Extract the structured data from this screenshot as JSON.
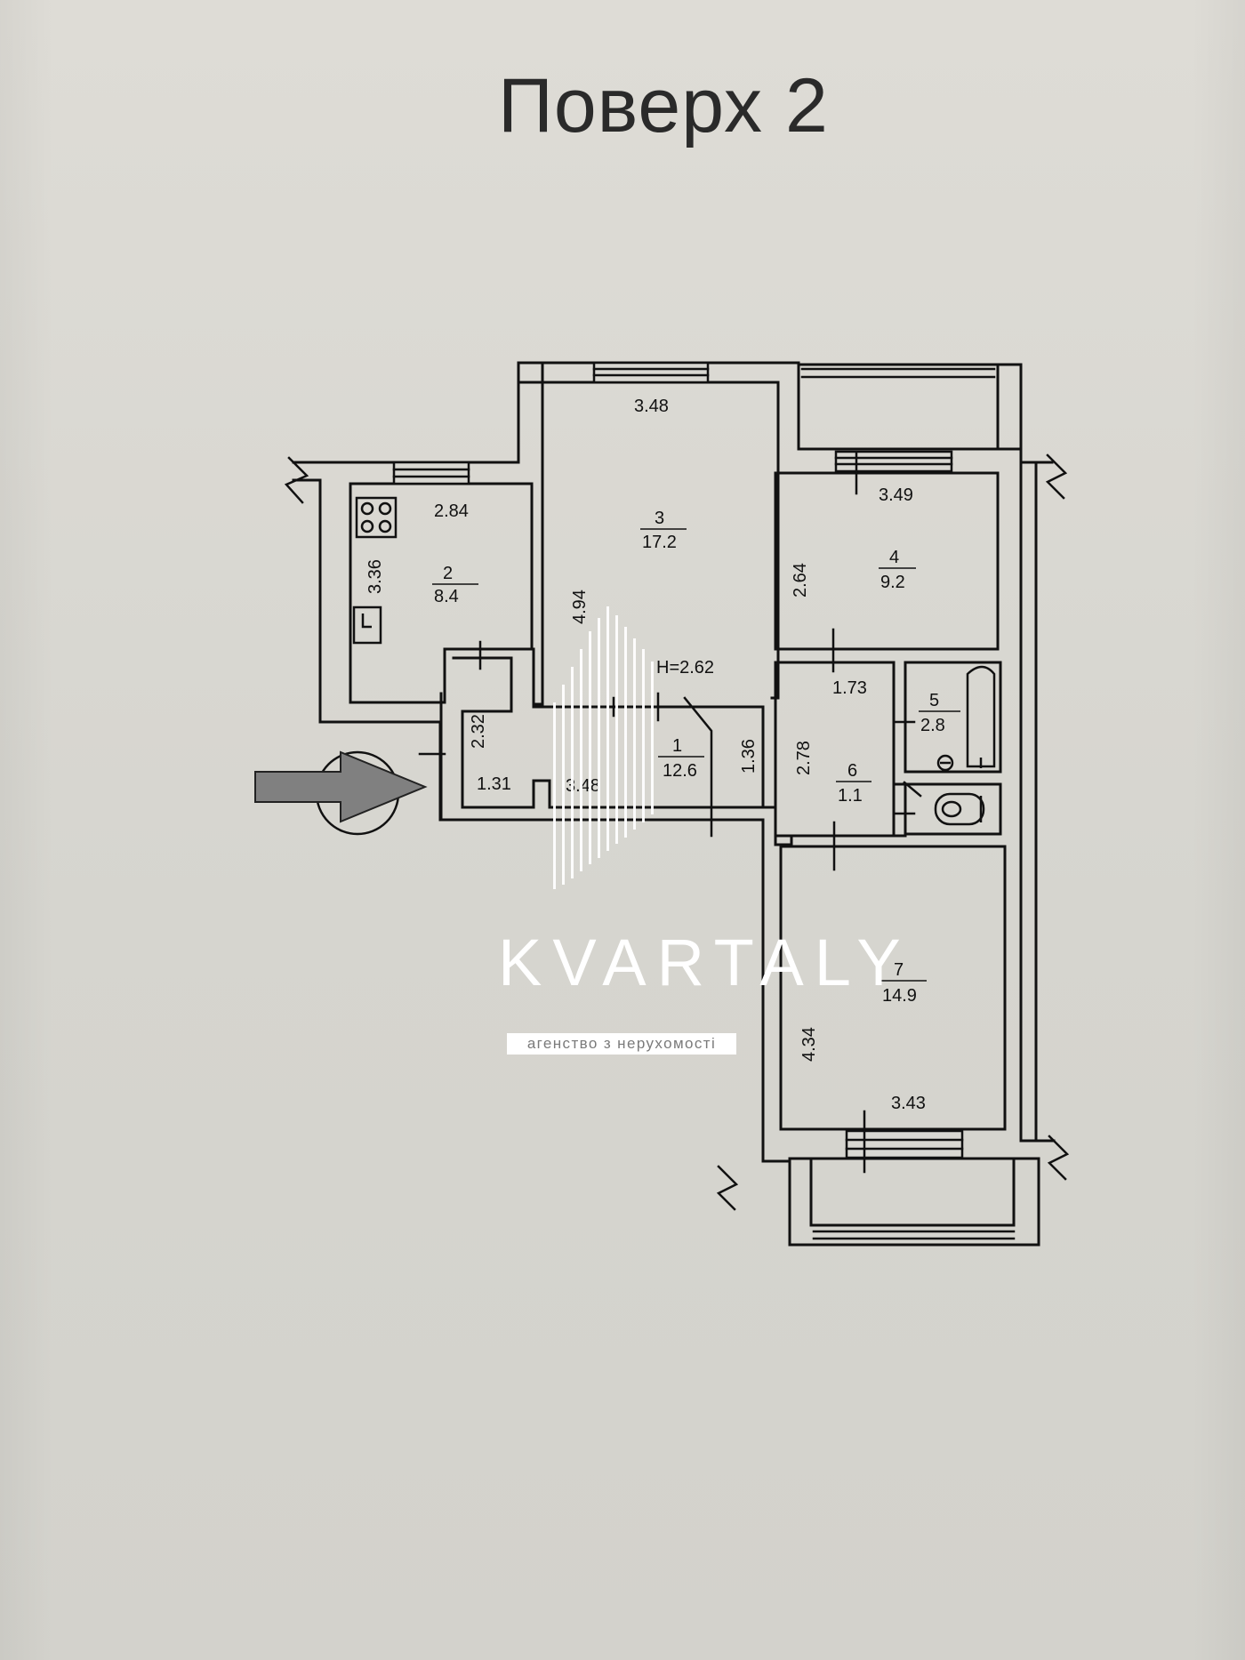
{
  "title": "Поверх 2",
  "ceiling_height": "H=2.62",
  "rooms": [
    {
      "number": "1",
      "area": "12.6"
    },
    {
      "number": "2",
      "area": "8.4"
    },
    {
      "number": "3",
      "area": "17.2"
    },
    {
      "number": "4",
      "area": "9.2"
    },
    {
      "number": "5",
      "area": "2.8"
    },
    {
      "number": "6",
      "area": "1.1"
    },
    {
      "number": "7",
      "area": "14.9"
    }
  ],
  "dimensions": {
    "kitchen_width": "2.84",
    "kitchen_depth": "3.36",
    "living_width": "3.48",
    "living_depth": "4.94",
    "bedroom4_width": "3.49",
    "bedroom4_depth": "2.64",
    "hall_depth": "2.32",
    "hall_entry_width": "1.31",
    "corridor_length": "3.48",
    "corridor_width": "1.36",
    "lobby_width": "1.73",
    "lobby_depth": "2.78",
    "bedroom7_width": "3.43",
    "bedroom7_depth": "4.34"
  },
  "watermark": {
    "brand": "KVARTALY",
    "tagline": "агенство з нерухомості"
  },
  "colors": {
    "paper": "#d9d8d2",
    "wall": "#111111",
    "wall_fill": "#d9d8d2",
    "watermark": "#ffffff",
    "entry_arrow": "#808080"
  },
  "icons": [
    "stove-icon",
    "sink-icon",
    "bathtub-icon",
    "toilet-icon",
    "entry-arrow-icon"
  ]
}
